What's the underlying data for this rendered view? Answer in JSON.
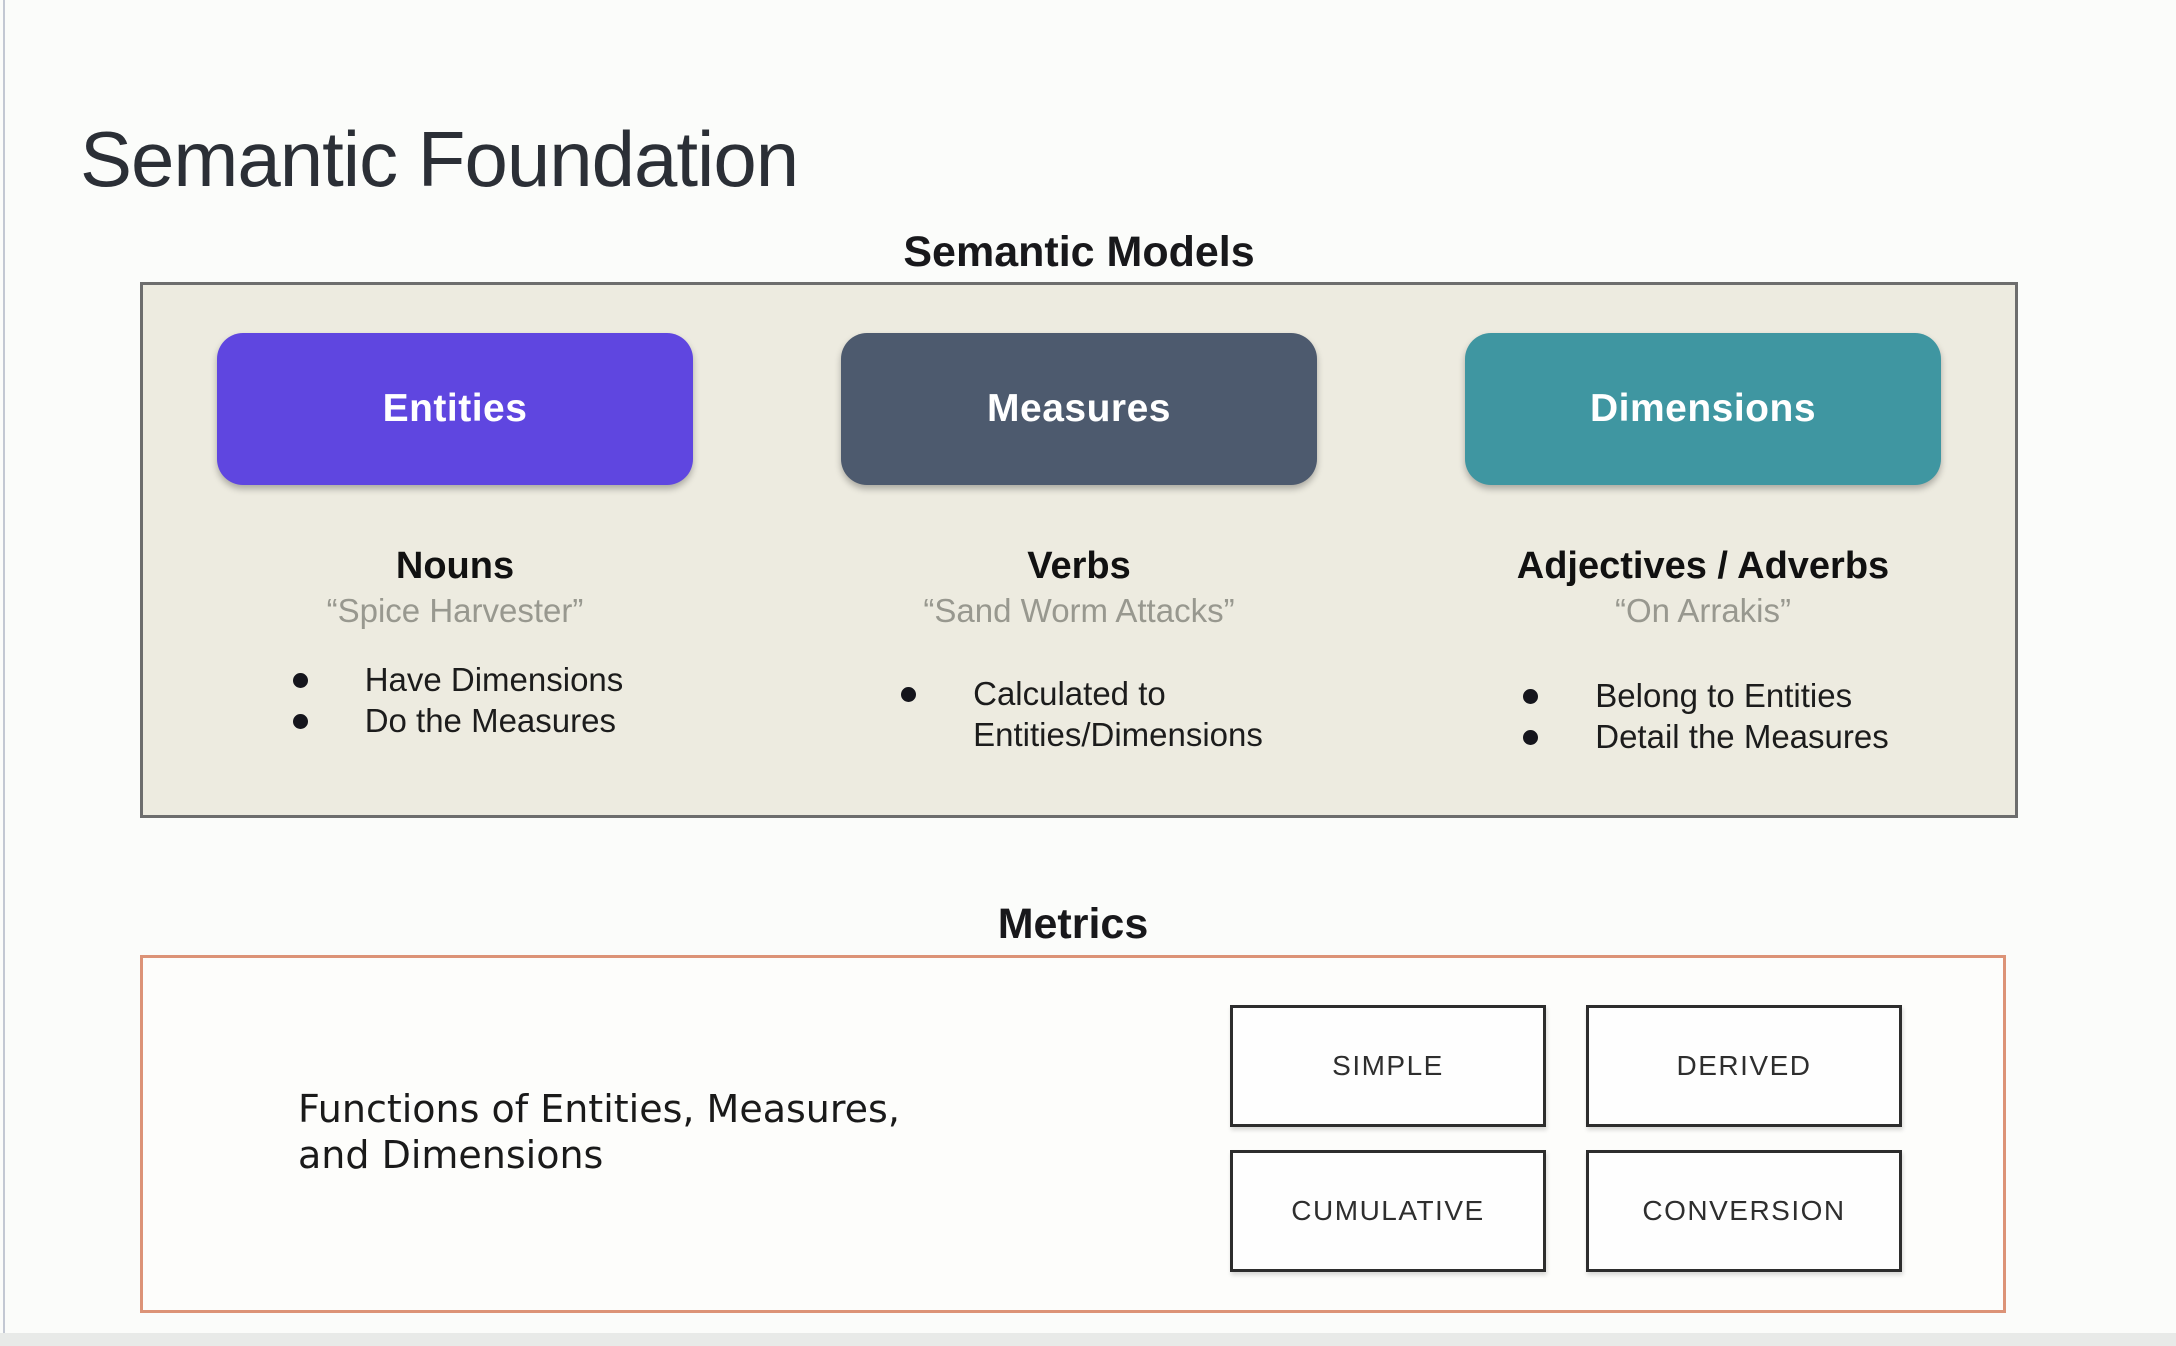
{
  "slide": {
    "title": "Semantic Foundation"
  },
  "sections": {
    "models": {
      "heading": "Semantic Models",
      "panel_background": "#edebe0",
      "panel_border_color": "#6d6d6d",
      "columns": [
        {
          "pill": "Entities",
          "pill_color": "#5f46e0",
          "role": "Nouns",
          "example": "“Spice Harvester”",
          "bullets": [
            "Have Dimensions",
            "Do the Measures"
          ]
        },
        {
          "pill": "Measures",
          "pill_color": "#4d5a6e",
          "role": "Verbs",
          "example": "“Sand Worm Attacks”",
          "bullets": [
            "Calculated to\nEntities/Dimensions"
          ]
        },
        {
          "pill": "Dimensions",
          "pill_color": "#3f96a1",
          "role": "Adjectives / Adverbs",
          "example": "“On Arrakis”",
          "bullets": [
            "Belong to Entities",
            "Detail the Measures"
          ]
        }
      ]
    },
    "metrics": {
      "heading": "Metrics",
      "description": "Functions of Entities, Measures,\nand Dimensions",
      "border_color": "#dc9377",
      "types": [
        "SIMPLE",
        "DERIVED",
        "CUMULATIVE",
        "CONVERSION"
      ]
    }
  },
  "colors": {
    "page_background": "#fbfcfa",
    "pill_text": "#ffffff",
    "quote_text": "#98988f",
    "body_text": "#1c1c1c"
  }
}
